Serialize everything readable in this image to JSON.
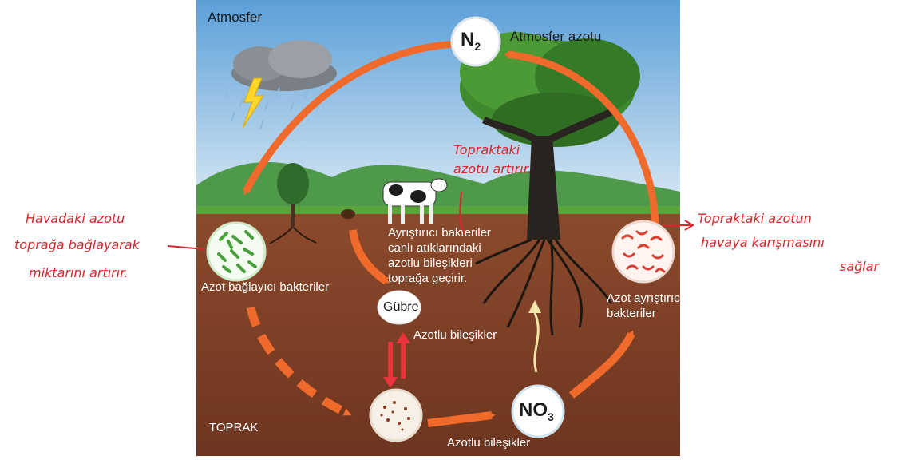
{
  "colors": {
    "sky_top": "#5b9fd8",
    "sky_bottom": "#dbeaf4",
    "soil": "#8b4a2c",
    "soil_dark": "#6d3520",
    "grass": "#5aa43c",
    "hills": "#4f9a4a",
    "cycle_arrow": "#f06a2c",
    "double_arrow": "#e8343a",
    "handwriting": "#d9262c",
    "label_text": "#ffffff",
    "title_text": "#1b1b1b",
    "uptake_arrow": "#f2e7a8"
  },
  "icons": {
    "lightning": "lightning-icon",
    "cloud": "rain-cloud-icon",
    "cow": "cow-icon",
    "tree": "tree-icon",
    "small_tree": "small-tree-icon",
    "bacteria_green": "nitrogen-fixing-bacteria-icon",
    "bacteria_red": "denitrifying-bacteria-icon",
    "compound_disk": "nitrogen-compound-disk-icon"
  },
  "labels": {
    "atmosphere": "Atmosfer",
    "n2": "N",
    "n2_sub": "2",
    "atmospheric_nitrogen": "Atmosfer azotu",
    "decomposer_lines": [
      "Ayrıştırıcı bakteriler",
      "canlı atıklarındaki",
      "azotlu bileşikleri",
      "toprağa geçirir."
    ],
    "fixing_bacteria": "Azot bağlayıcı bakteriler",
    "fertilizer": "Gübre",
    "nitrogen_compounds_middle": "Azotlu bileşikler",
    "denitrifying_lines": [
      "Azot ayrıştırıcı",
      "bakteriler"
    ],
    "soil": "TOPRAK",
    "no3": "NO",
    "no3_sub": "3",
    "nitrogen_compounds_bottom": "Azotlu bileşikler"
  },
  "handwritten": {
    "left": [
      "Havadaki azotu",
      "toprağa bağlayarak",
      "miktarını artırır."
    ],
    "center": [
      "Topraktaki",
      "azotu artırır."
    ],
    "right": [
      "Topraktaki azotun",
      "havaya karışmasını",
      "sağlar"
    ]
  }
}
